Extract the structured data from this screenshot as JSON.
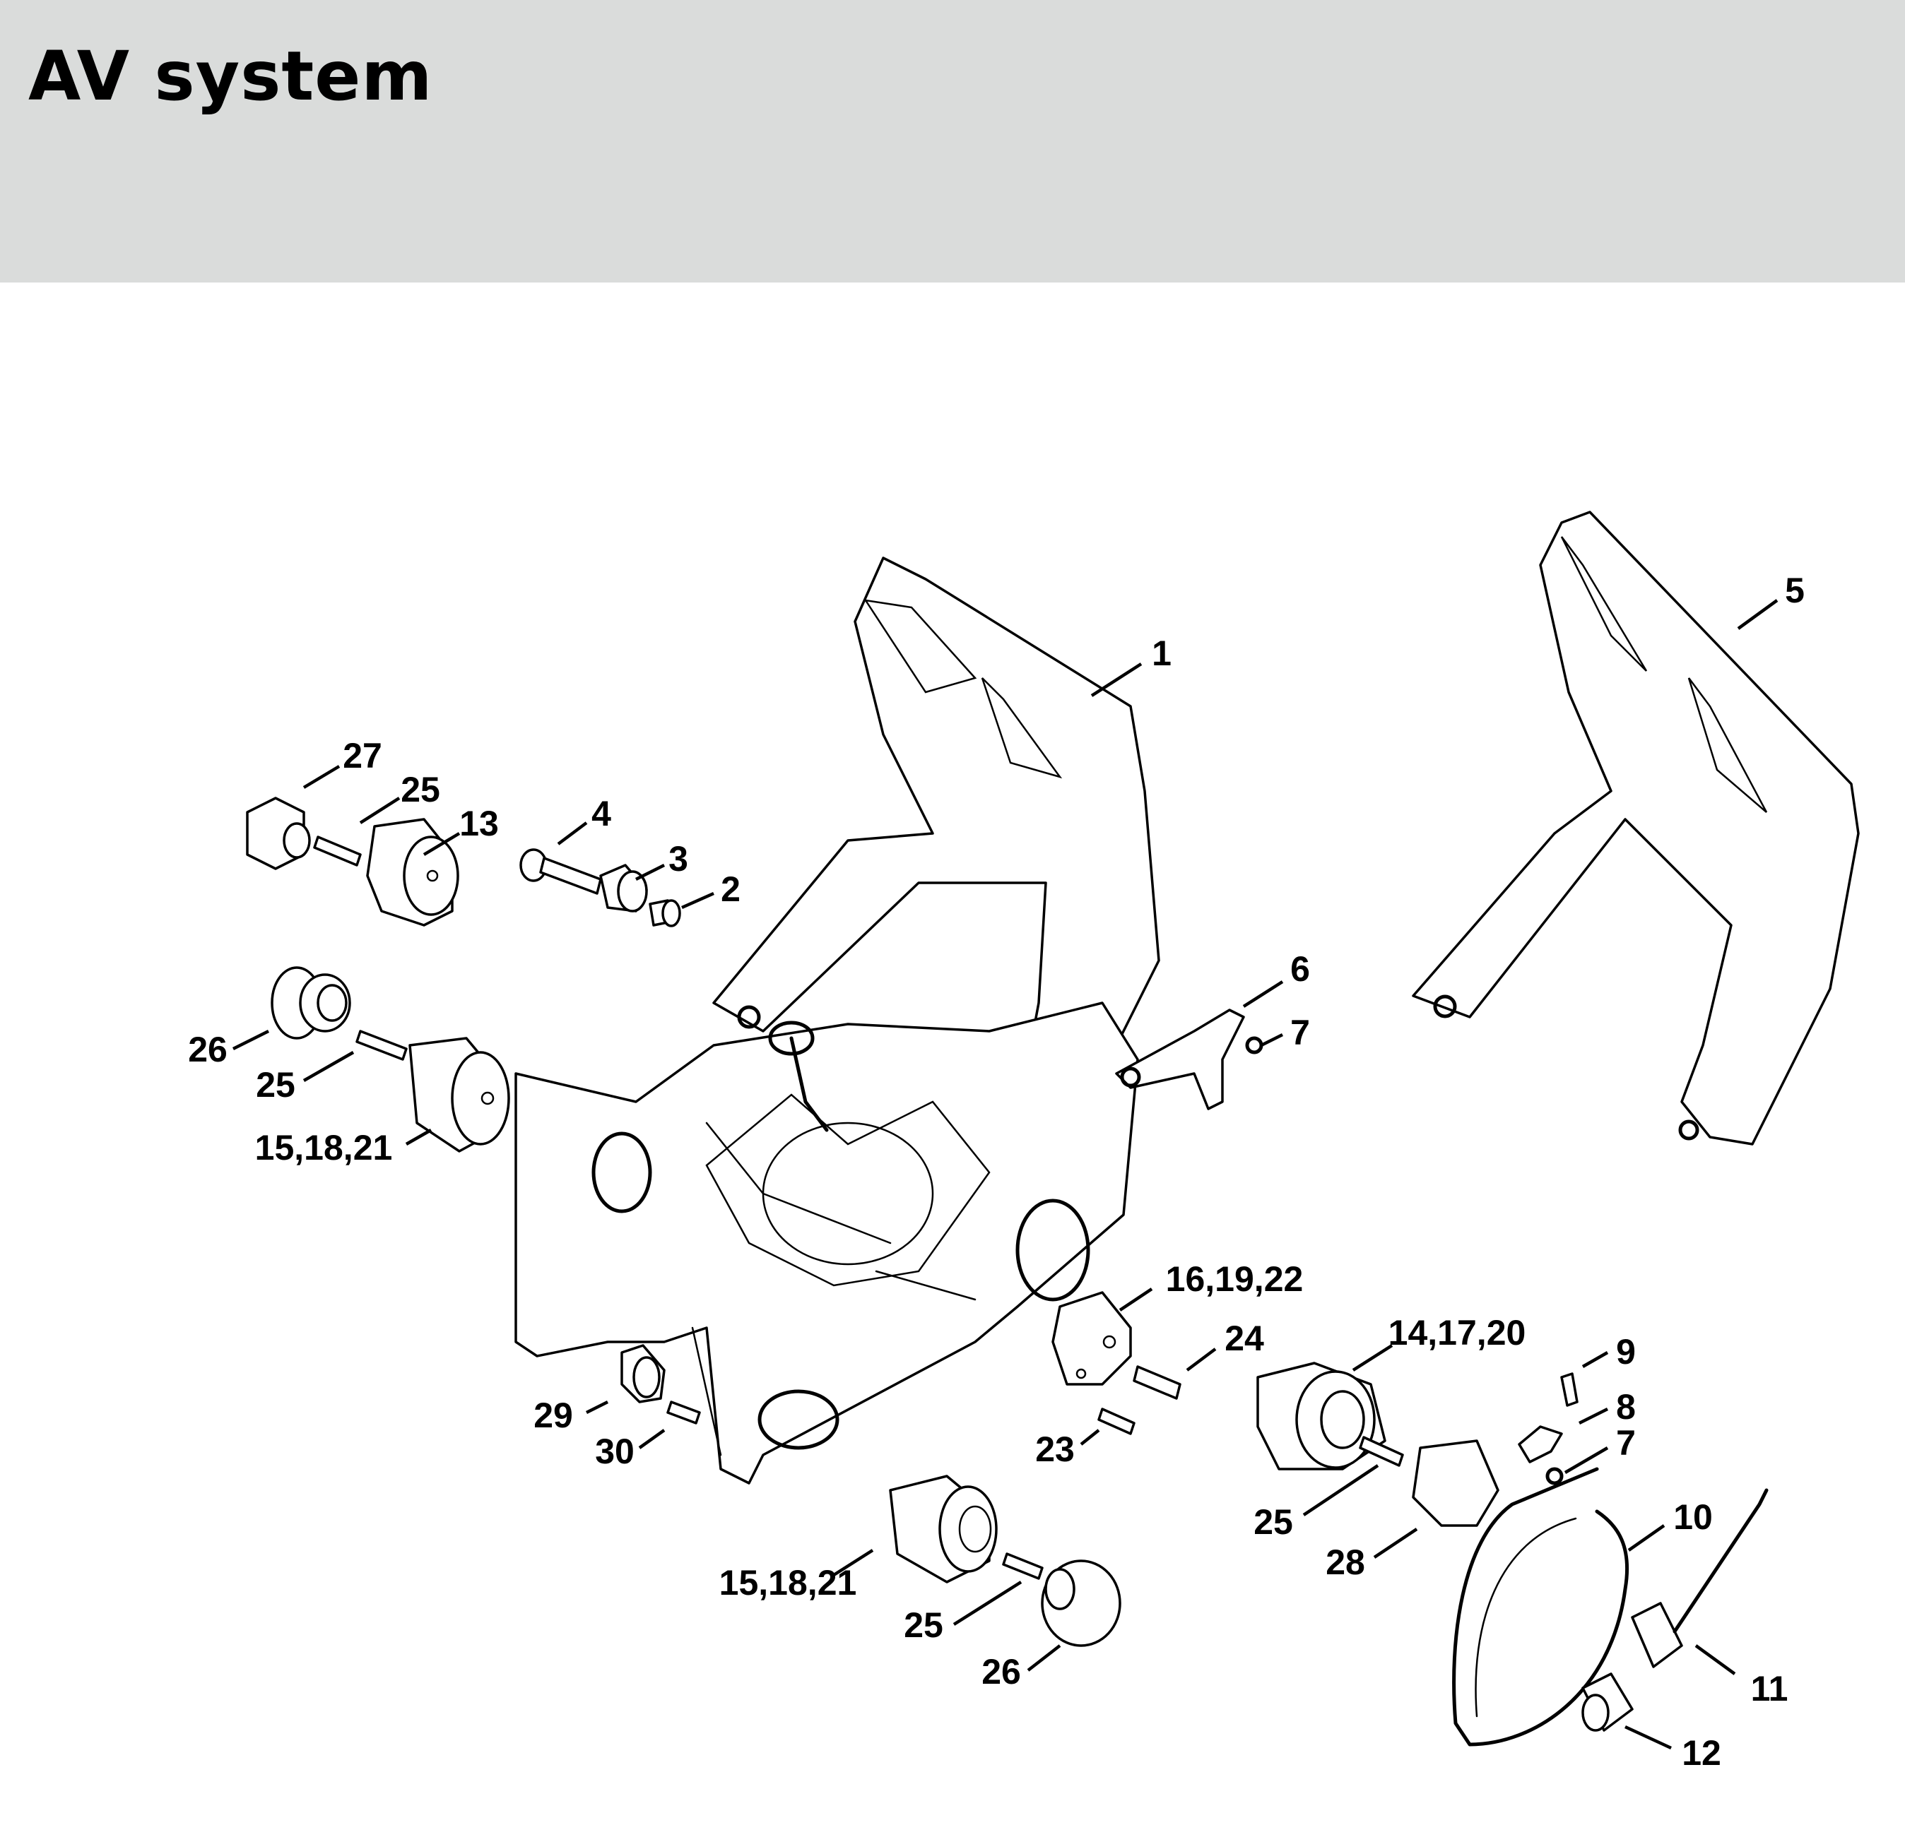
{
  "header": {
    "title": "AV system",
    "background": "#dadcdb"
  },
  "diagram": {
    "type": "exploded-parts-diagram",
    "callouts": [
      {
        "id": "c1",
        "label": "1"
      },
      {
        "id": "c2",
        "label": "2"
      },
      {
        "id": "c3",
        "label": "3"
      },
      {
        "id": "c4",
        "label": "4"
      },
      {
        "id": "c5",
        "label": "5"
      },
      {
        "id": "c6",
        "label": "6"
      },
      {
        "id": "c7a",
        "label": "7"
      },
      {
        "id": "c7b",
        "label": "7"
      },
      {
        "id": "c8",
        "label": "8"
      },
      {
        "id": "c9",
        "label": "9"
      },
      {
        "id": "c10",
        "label": "10"
      },
      {
        "id": "c11",
        "label": "11"
      },
      {
        "id": "c12",
        "label": "12"
      },
      {
        "id": "c13",
        "label": "13"
      },
      {
        "id": "c14",
        "label": "14,17,20"
      },
      {
        "id": "c15a",
        "label": "15,18,21"
      },
      {
        "id": "c15b",
        "label": "15,18,21"
      },
      {
        "id": "c16",
        "label": "16,19,22"
      },
      {
        "id": "c23",
        "label": "23"
      },
      {
        "id": "c24",
        "label": "24"
      },
      {
        "id": "c25a",
        "label": "25"
      },
      {
        "id": "c25b",
        "label": "25"
      },
      {
        "id": "c25c",
        "label": "25"
      },
      {
        "id": "c25d",
        "label": "25"
      },
      {
        "id": "c26a",
        "label": "26"
      },
      {
        "id": "c26b",
        "label": "26"
      },
      {
        "id": "c27",
        "label": "27"
      },
      {
        "id": "c28",
        "label": "28"
      },
      {
        "id": "c29",
        "label": "29"
      },
      {
        "id": "c30",
        "label": "30"
      }
    ]
  }
}
